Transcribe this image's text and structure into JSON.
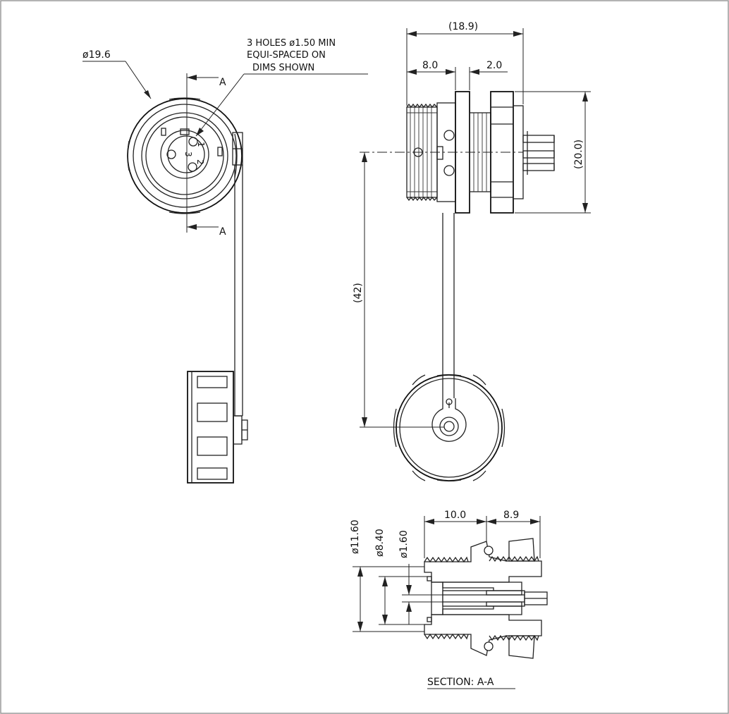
{
  "labels": {
    "dia_outer": "ø19.6",
    "holes_note_1": "3 HOLES ø1.50 MIN",
    "holes_note_2": "EQUI-SPACED ON",
    "holes_note_3": "DIMS SHOWN",
    "section_marker": "A",
    "pin_1": "1",
    "pin_2": "2",
    "pin_3": "3",
    "overall_length": "(18.9)",
    "front_length": "8.0",
    "flange_thickness": "2.0",
    "height": "(20.0)",
    "lanyard_length": "(42)",
    "section_front": "10.0",
    "section_rear": "8.9",
    "dia_11_60": "ø11.60",
    "dia_8_40": "ø8.40",
    "dia_1_60": "ø1.60",
    "section_title": "SECTION: A-A"
  }
}
